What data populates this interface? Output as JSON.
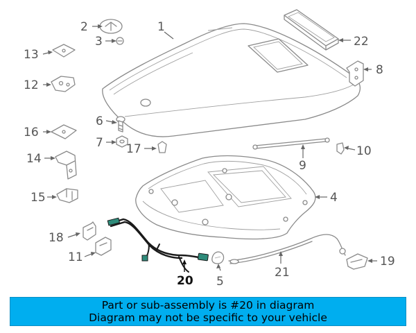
{
  "callouts": {
    "c1": "1",
    "c2": "2",
    "c3": "3",
    "c4": "4",
    "c5": "5",
    "c6": "6",
    "c7": "7",
    "c8": "8",
    "c9": "9",
    "c10": "10",
    "c11": "11",
    "c12": "12",
    "c13": "13",
    "c14": "14",
    "c15": "15",
    "c16": "16",
    "c17": "17",
    "c18": "18",
    "c19": "19",
    "c20": "20",
    "c21": "21",
    "c22": "22"
  },
  "banner": {
    "line1": "Part or sub-assembly is #20 in diagram",
    "line2": "Diagram may not be specific to your vehicle"
  },
  "colors": {
    "banner_bg": "#00aeef",
    "highlight_part": "#1a1a1a",
    "highlight_connector": "#2e8b7a",
    "part_outline": "#8a8a8a"
  }
}
